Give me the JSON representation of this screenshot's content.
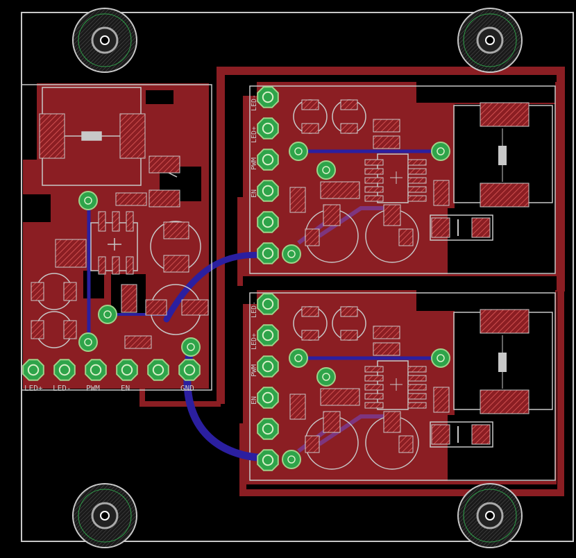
{
  "colors": {
    "background": "#000000",
    "copper_top": "#8b1e23",
    "copper_bottom": "#2b1fa0",
    "silkscreen": "#c8c8c8",
    "via_fill": "#2ea44a",
    "pad_fill": "#9fd38a",
    "smd_hatch": "#d05050"
  },
  "main_connector_labels": [
    "LED+",
    "LED-",
    "PWM",
    "EN",
    "",
    "GND"
  ],
  "module_connector_labels": [
    "LED-",
    "LED+",
    "PWM",
    "EN"
  ],
  "mounting_hole_icon": "mounting-hole-icon",
  "via_icon": "via-icon"
}
